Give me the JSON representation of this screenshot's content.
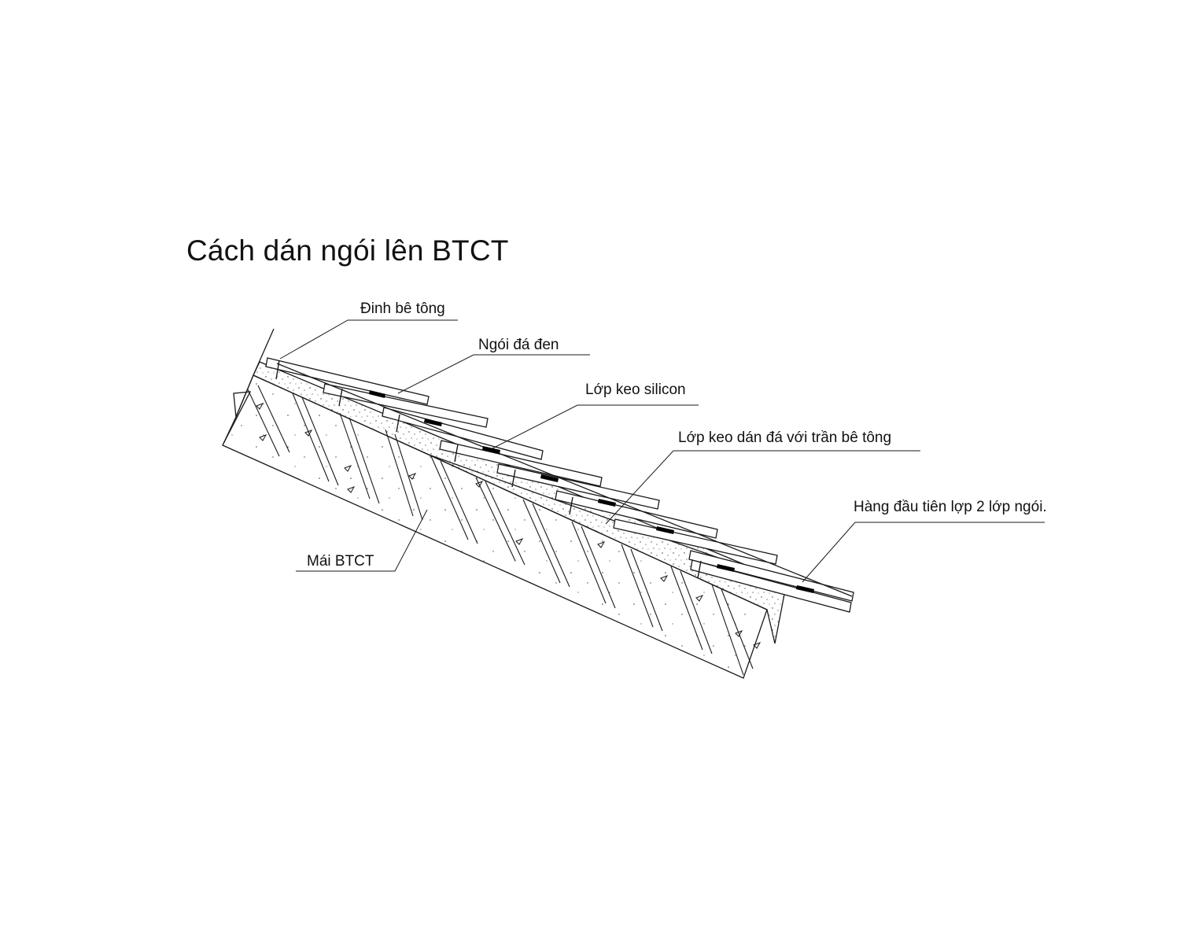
{
  "title": "Cách dán ngói lên BTCT",
  "labels": {
    "concrete_nail": "Đinh bê tông",
    "black_stone_tile": "Ngói đá đen",
    "silicone_layer": "Lớp keo silicon",
    "stone_adhesive_layer": "Lớp keo dán đá với trần bê tông",
    "first_row_double": "Hàng đầu tiên lợp 2 lớp ngói.",
    "rc_roof": "Mái BTCT"
  },
  "colors": {
    "line": "#1a1a1a",
    "silicone": "#000000",
    "background": "#ffffff"
  }
}
